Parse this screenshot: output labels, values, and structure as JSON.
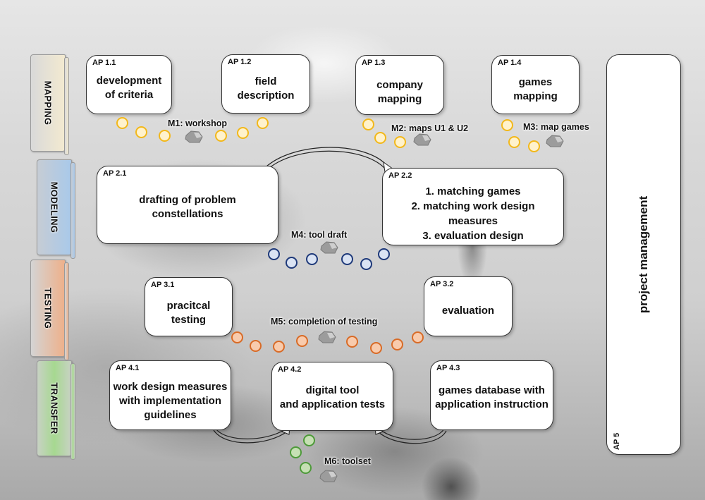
{
  "lanes": [
    {
      "label": "MAPPING",
      "color": "#f3ead0"
    },
    {
      "label": "MODELING",
      "color": "#a9c9ea"
    },
    {
      "label": "TESTING",
      "color": "#eeb08a"
    },
    {
      "label": "TRANSFER",
      "color": "#a6d890"
    }
  ],
  "work_packages": {
    "ap11": {
      "id": "AP 1.1",
      "lines": [
        "development",
        "of criteria"
      ]
    },
    "ap12": {
      "id": "AP 1.2",
      "lines": [
        "field",
        "description"
      ]
    },
    "ap13": {
      "id": "AP 1.3",
      "lines": [
        "company",
        "mapping"
      ]
    },
    "ap14": {
      "id": "AP 1.4",
      "lines": [
        "games",
        "mapping"
      ]
    },
    "ap21": {
      "id": "AP 2.1",
      "lines": [
        "drafting of problem",
        "constellations"
      ]
    },
    "ap22": {
      "id": "AP 2.2",
      "lines": [
        "1. matching games",
        "2. matching work design",
        "measures",
        "3. evaluation design"
      ]
    },
    "ap31": {
      "id": "AP 3.1",
      "lines": [
        "pracitcal",
        "testing"
      ]
    },
    "ap32": {
      "id": "AP 3.2",
      "lines": [
        "evaluation"
      ]
    },
    "ap41": {
      "id": "AP 4.1",
      "lines": [
        "work design measures",
        "with implementation",
        "guidelines"
      ]
    },
    "ap42": {
      "id": "AP 4.2",
      "lines": [
        "digital tool",
        "and application tests"
      ]
    },
    "ap43": {
      "id": "AP 4.3",
      "lines": [
        "games database with",
        "application instruction"
      ]
    },
    "ap5": {
      "id": "AP 5",
      "label": "project management"
    }
  },
  "milestones": {
    "m1": "M1: workshop",
    "m2": "M2: maps U1 & U2",
    "m3": "M3: map games",
    "m4": "M4: tool draft",
    "m5": "M5: completion of testing",
    "m6": "M6: toolset"
  },
  "milestone_colors": {
    "mapping": "#f2b81b",
    "modeling": "#1f3a7a",
    "testing": "#d86b27",
    "transfer": "#4e9a3a"
  }
}
